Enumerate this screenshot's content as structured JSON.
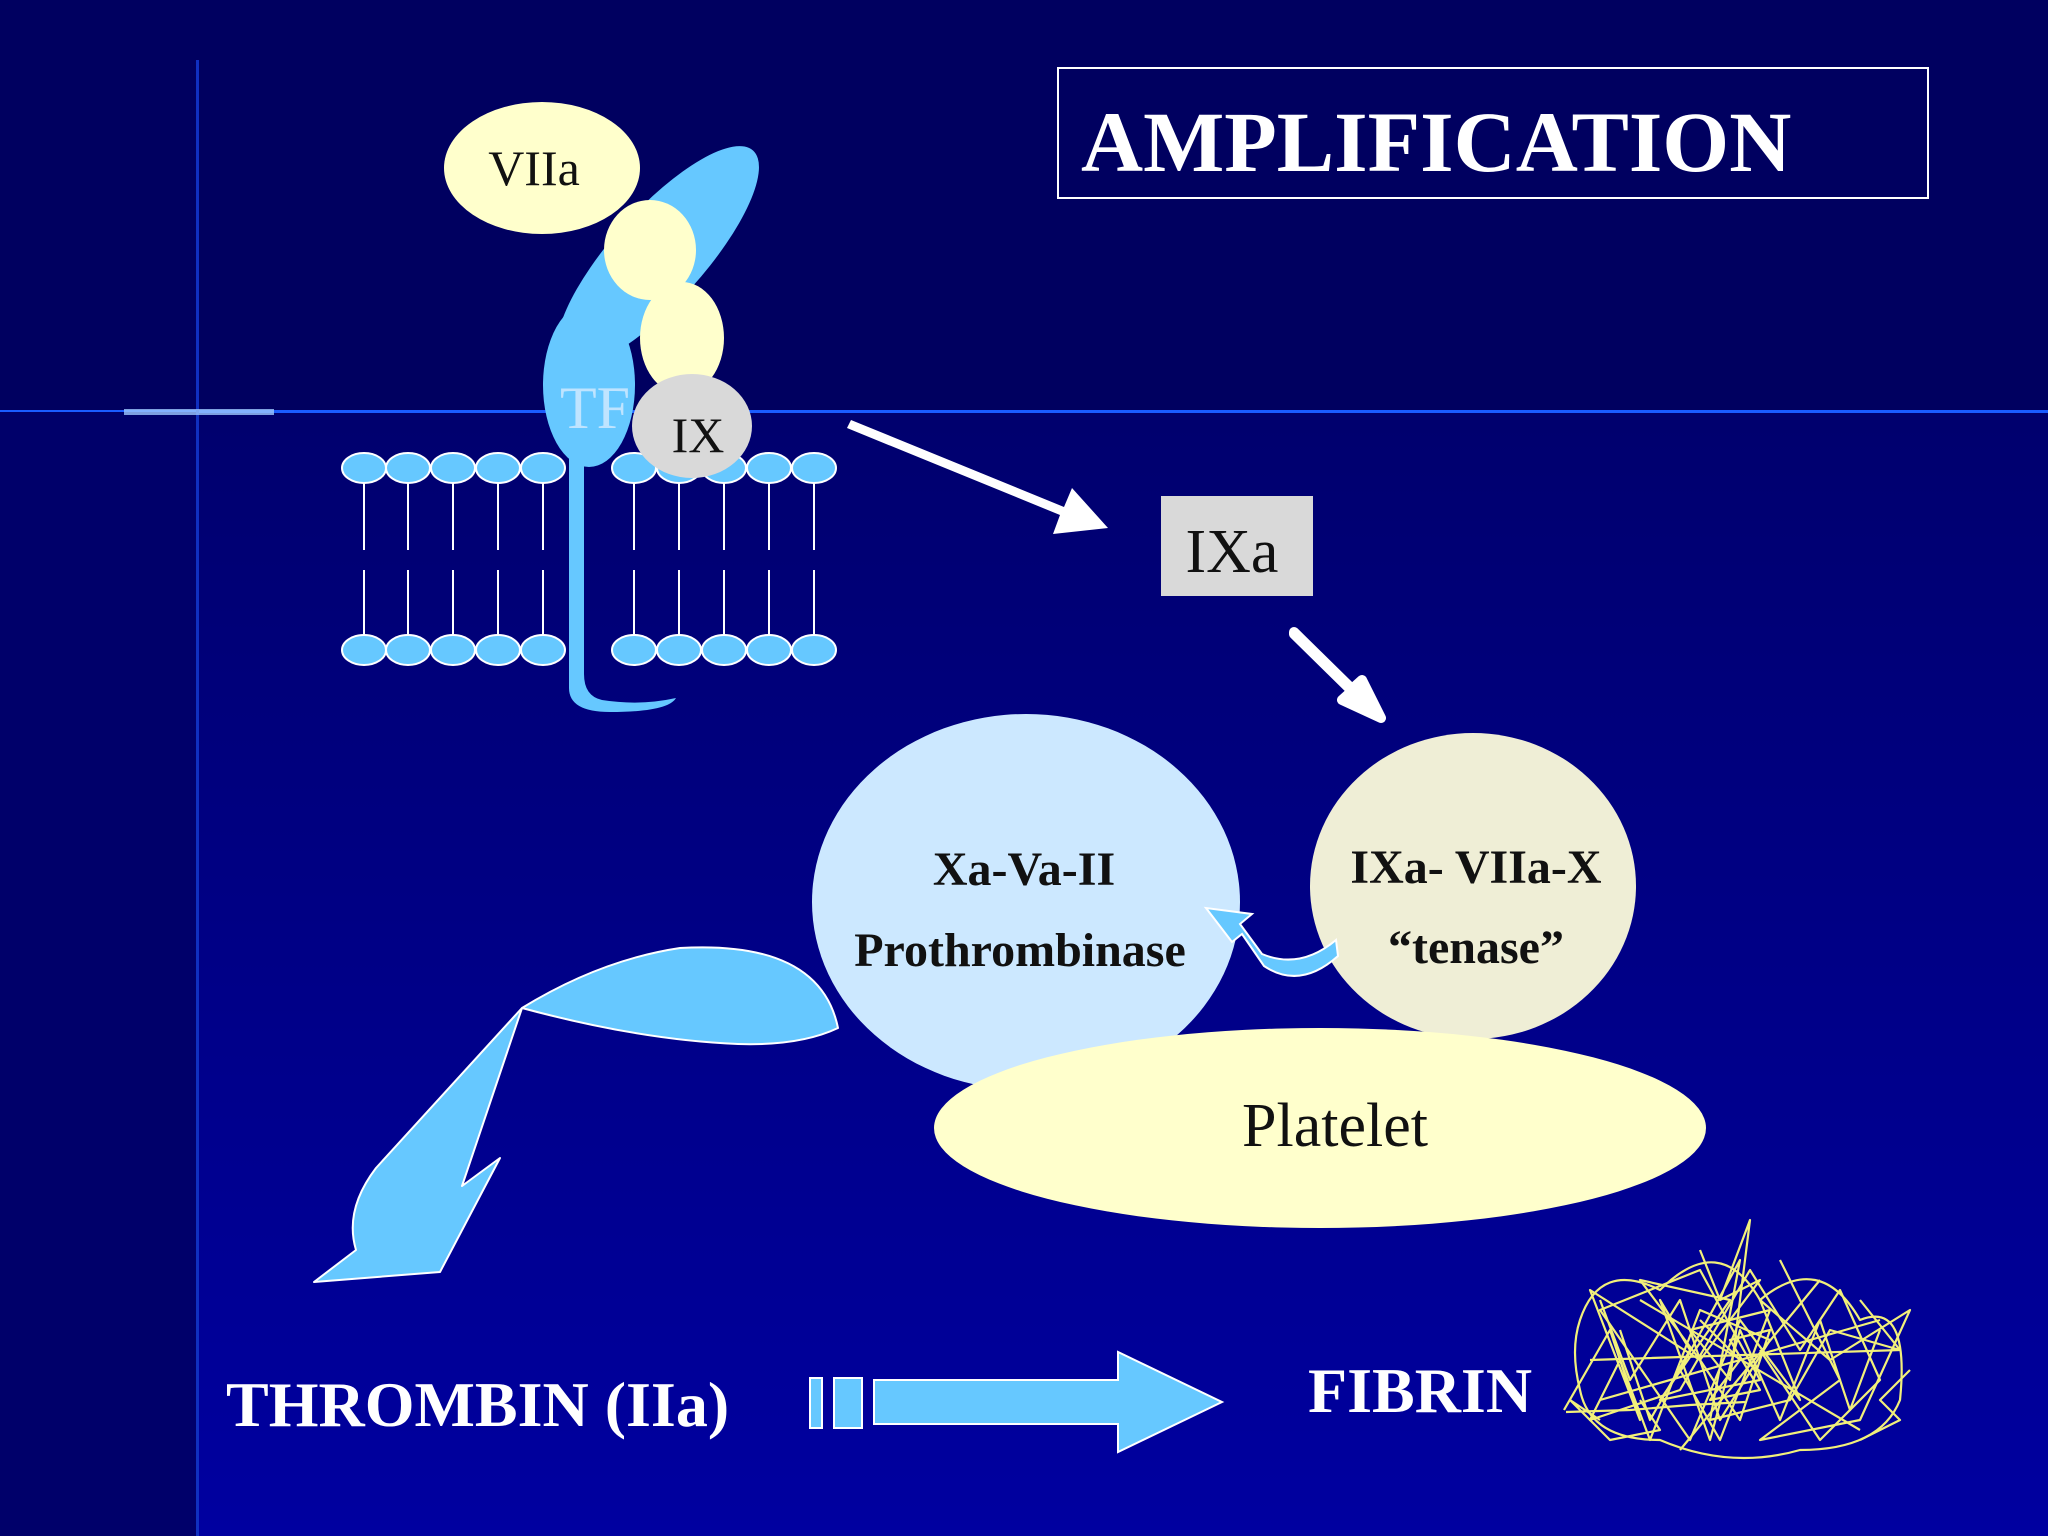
{
  "slide": {
    "title": "AMPLIFICATION"
  },
  "molecules": {
    "viia": "VIIa",
    "tf": "TF",
    "ix": "IX",
    "ixa": "IXa"
  },
  "complexes": {
    "prothrombinase_line1": "Xa-Va-II",
    "prothrombinase_line2": "Prothrombinase",
    "tenase_line1": "IXa- VIIa-X",
    "tenase_line2": "“tenase”",
    "platelet": "Platelet"
  },
  "products": {
    "thrombin": "THROMBIN (IIa)",
    "fibrin": "FIBRIN"
  },
  "colors": {
    "background_top": "#000066",
    "background_main": "#00008c",
    "light_blue": "#66c8ff",
    "pale_yellow": "#ffffcc",
    "pale_blue": "#cce8ff",
    "beige": "#efeed6",
    "grey_box": "#d9d9d9",
    "fibrin_strands": "#f2f07a"
  }
}
